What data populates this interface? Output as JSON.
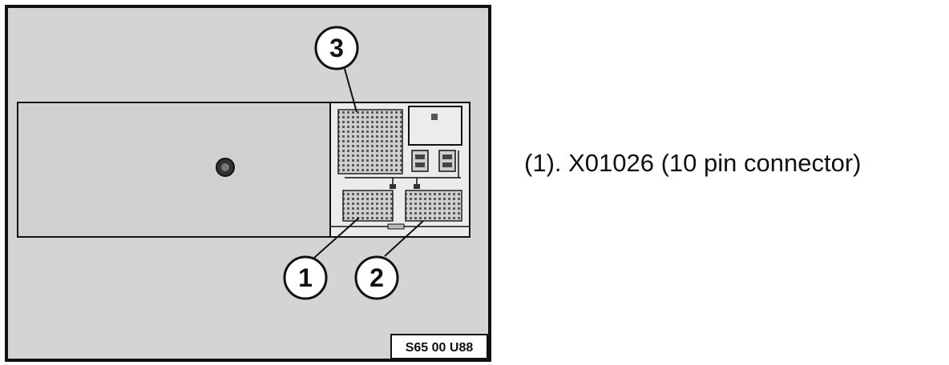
{
  "figure": {
    "code": "S65 00 U88",
    "callouts": [
      "1",
      "2",
      "3"
    ]
  },
  "caption": "(1).  X01026 (10 pin connector)",
  "colors": {
    "panel_background": "#d4d4d4",
    "housing": "#ebebeb",
    "line": "#111111"
  }
}
